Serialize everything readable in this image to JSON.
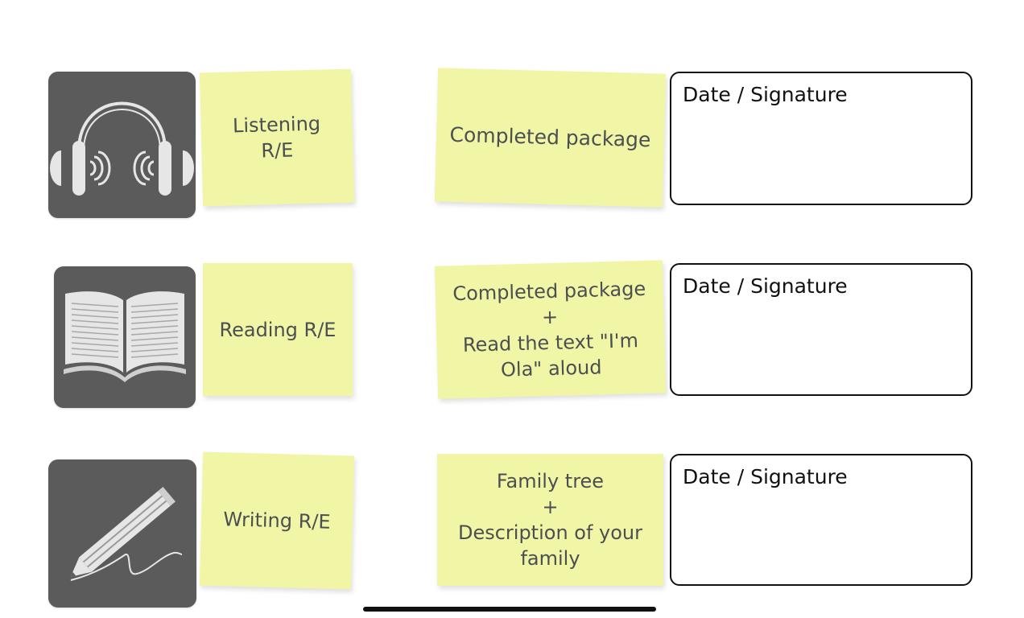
{
  "colors": {
    "sticky_note": "#f1f6a6",
    "icon_tile": "#5b5b5b",
    "icon_glyph": "#e6e6e6",
    "note_text": "#4c4f52",
    "box_border": "#111111"
  },
  "rows": [
    {
      "icon": "headphones-icon",
      "skill_lines": [
        "Listening",
        "R/E"
      ],
      "task_lines": [
        "Completed package"
      ],
      "signature_label": "Date / Signature"
    },
    {
      "icon": "open-book-icon",
      "skill_lines": [
        "Reading R/E"
      ],
      "task_lines": [
        "Completed package",
        "+",
        "Read the text \"I'm",
        "Ola\" aloud"
      ],
      "signature_label": "Date / Signature"
    },
    {
      "icon": "pencil-icon",
      "skill_lines": [
        "Writing R/E"
      ],
      "task_lines": [
        "Family tree",
        "+",
        "Description of your",
        "family"
      ],
      "signature_label": "Date / Signature"
    }
  ]
}
